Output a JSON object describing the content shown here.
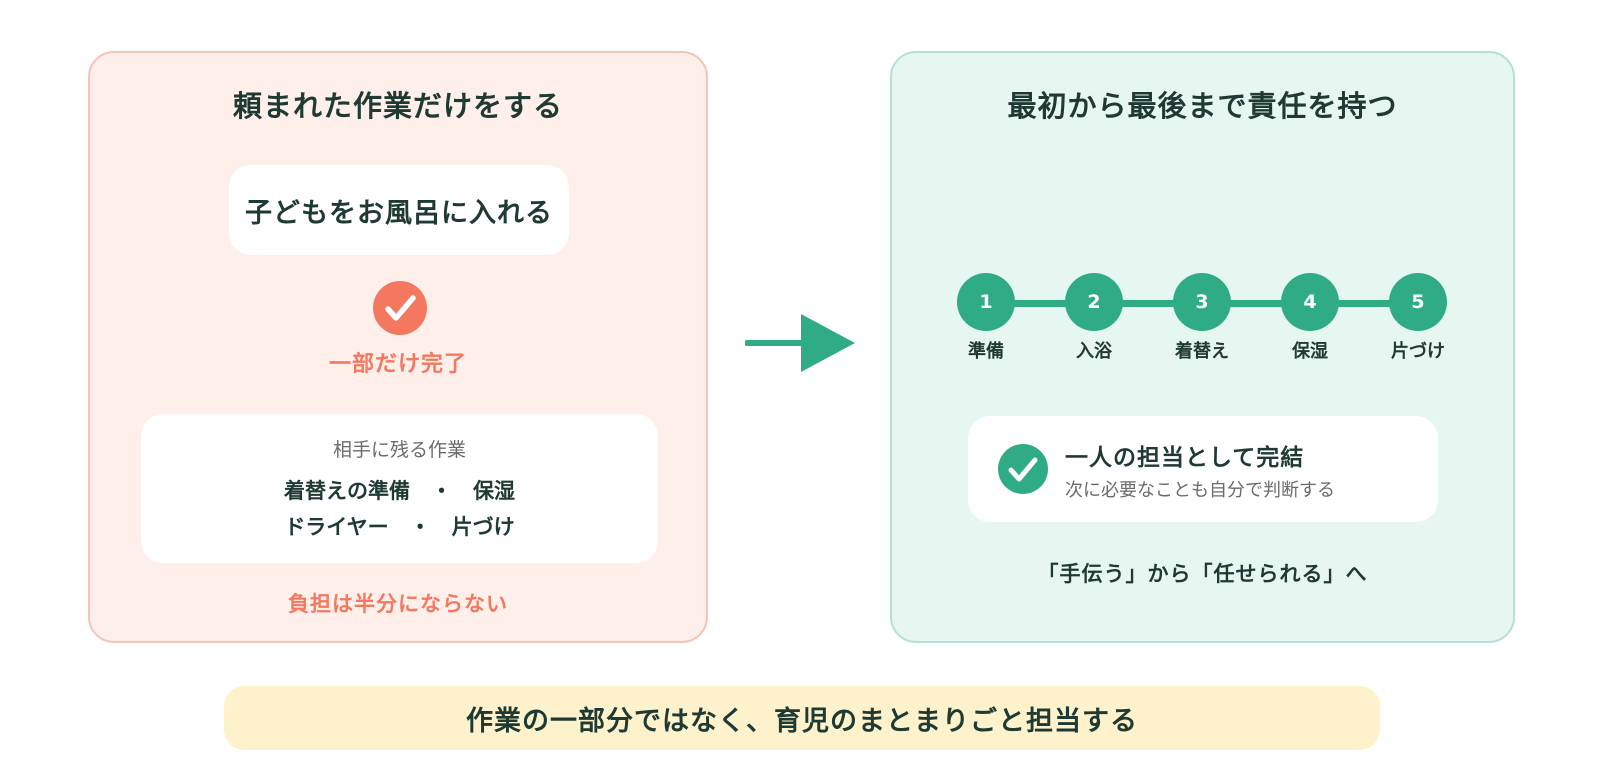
{
  "left_panel": {
    "title": "頼まれた作業だけをする",
    "task": "子どもをお風呂に入れる",
    "status_label": "一部だけ完了",
    "remaining": {
      "heading": "相手に残る作業",
      "line1": "着替えの準備　・　保湿",
      "line2": "ドライヤー　・　片づけ"
    },
    "burden_note": "負担は半分にならない",
    "colors": {
      "accent": "#f4785f",
      "background": "#feefeb",
      "border": "#f5c3b8"
    }
  },
  "right_panel": {
    "title": "最初から最後まで責任を持つ",
    "steps": [
      {
        "number": "1",
        "label": "準備"
      },
      {
        "number": "2",
        "label": "入浴"
      },
      {
        "number": "3",
        "label": "着替え"
      },
      {
        "number": "4",
        "label": "保湿"
      },
      {
        "number": "5",
        "label": "片づけ"
      }
    ],
    "complete_card": {
      "title": "一人の担当として完結",
      "subtitle": "次に必要なことも自分で判断する"
    },
    "footer": "「手伝う」から「任せられる」へ",
    "colors": {
      "accent": "#2fac85",
      "background": "#e6f6f0",
      "border": "#b6e1d2"
    }
  },
  "banner": {
    "text": "作業の一部分ではなく、育児のまとまりごと担当する",
    "color": "#fdf2cb"
  },
  "icons": [
    "check-icon",
    "arrow-right-icon"
  ]
}
